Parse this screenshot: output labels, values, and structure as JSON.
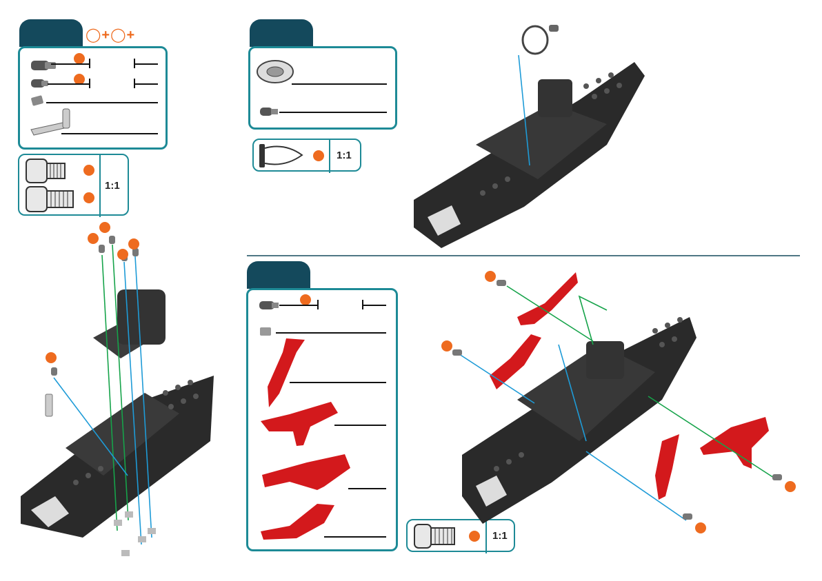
{
  "step_left": {
    "header_symbol": "◯+◯+",
    "scale": "1:1"
  },
  "step_top_right": {
    "scale": "1:1"
  },
  "step_bottom_right": {
    "scale": "1:1"
  },
  "colors": {
    "tab": "#14495c",
    "panel_border": "#1d8a96",
    "accent_dot": "#ee6b1f",
    "chassis": "#2a2a2a",
    "bracket_red": "#d3191c",
    "guide_green": "#16a34a",
    "guide_blue": "#1e9bd7"
  }
}
